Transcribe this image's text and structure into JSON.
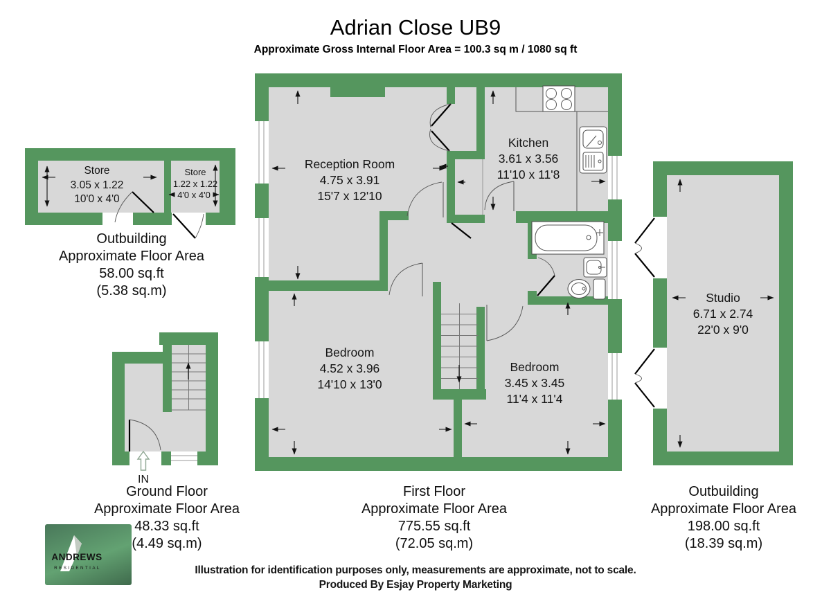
{
  "header": {
    "title": "Adrian Close UB9",
    "subtitle": "Approximate Gross Internal Floor Area = 100.3 sq m / 1080 sq ft"
  },
  "plans": {
    "outbuilding_left": {
      "stores": [
        {
          "name": "Store",
          "metric": "3.05 x 1.22",
          "imperial": "10'0 x 4'0"
        },
        {
          "name": "Store",
          "metric": "1.22 x 1.22",
          "imperial": "4'0 x 4'0"
        }
      ],
      "area_label": [
        "Outbuilding",
        "Approximate Floor Area",
        "58.00 sq.ft",
        "(5.38 sq.m)"
      ]
    },
    "ground_floor": {
      "entrance_label": "IN",
      "area_label": [
        "Ground Floor",
        "Approximate Floor Area",
        "48.33 sq.ft",
        "(4.49 sq.m)"
      ]
    },
    "first_floor": {
      "rooms": {
        "reception": {
          "name": "Reception Room",
          "metric": "4.75 x 3.91",
          "imperial": "15'7 x 12'10"
        },
        "kitchen": {
          "name": "Kitchen",
          "metric": "3.61 x 3.56",
          "imperial": "11'10 x 11'8"
        },
        "bedroom1": {
          "name": "Bedroom",
          "metric": "4.52 x 3.96",
          "imperial": "14'10 x 13'0"
        },
        "bedroom2": {
          "name": "Bedroom",
          "metric": "3.45 x 3.45",
          "imperial": "11'4 x 11'4"
        }
      },
      "area_label": [
        "First Floor",
        "Approximate Floor Area",
        "775.55 sq.ft",
        "(72.05 sq.m)"
      ]
    },
    "studio": {
      "room": {
        "name": "Studio",
        "metric": "6.71 x 2.74",
        "imperial": "22'0 x 9'0"
      },
      "area_label": [
        "Outbuilding",
        "Approximate Floor Area",
        "198.00 sq.ft",
        "(18.39 sq.m)"
      ]
    }
  },
  "footer": {
    "disclaimer": "Illustration for identification purposes only, measurements are approximate, not to scale.",
    "producer": "Produced By Esjay Property Marketing"
  },
  "logo": {
    "brand": "ANDREWS",
    "division": "RESIDENTIAL"
  },
  "colors": {
    "wall": "#55965e",
    "floor": "#d8d8d8",
    "line": "#4a4a4a"
  }
}
